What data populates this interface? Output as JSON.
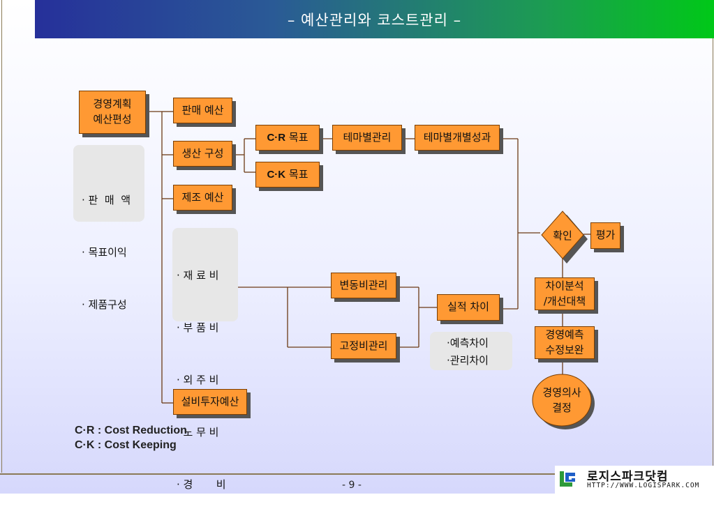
{
  "title": "– 예산관리와 코스트관리 –",
  "nodes": {
    "management_plan": [
      "경영계획",
      "예산편성"
    ],
    "sales_budget": "판매 예산",
    "production_structure": "생산 구성",
    "manufacturing_budget": "제조 예산",
    "cr_target_prefix": "C·R",
    "cr_target_suffix": " 목표",
    "ck_target_prefix": "C·K",
    "ck_target_suffix": " 목표",
    "theme_management": "테마별관리",
    "theme_results": "테마별개별성과",
    "variable_cost_management": "변동비관리",
    "fixed_cost_management": "고정비관리",
    "actual_difference": "실적 차이",
    "confirm": "확인",
    "evaluate": "평가",
    "variance_analysis": [
      "차이분석",
      "/개선대책"
    ],
    "management_forecast": [
      "경영예측",
      "수정보완"
    ],
    "management_decision": [
      "경영의사",
      "결정"
    ],
    "equipment_investment_budget": "설비투자예산"
  },
  "notes": {
    "plan_items": [
      "· 판  매  액",
      "· 목표이익",
      "· 제품구성"
    ],
    "cost_items": [
      "· 재 료 비",
      "· 부 품 비",
      "· 외 주 비",
      "· 노 무 비",
      "· 경       비"
    ],
    "difference_items": [
      "·예측차이",
      "·관리차이"
    ]
  },
  "legend": [
    "C·R : Cost Reduction",
    "C·K : Cost Keeping"
  ],
  "page_number": "- 9 -",
  "logo": {
    "name": "로지스파크닷컴",
    "url": "HTTP://WWW.LOGISPARK.COM",
    "colors": {
      "green": "#2e9a3a",
      "blue": "#1f5fc8"
    }
  }
}
